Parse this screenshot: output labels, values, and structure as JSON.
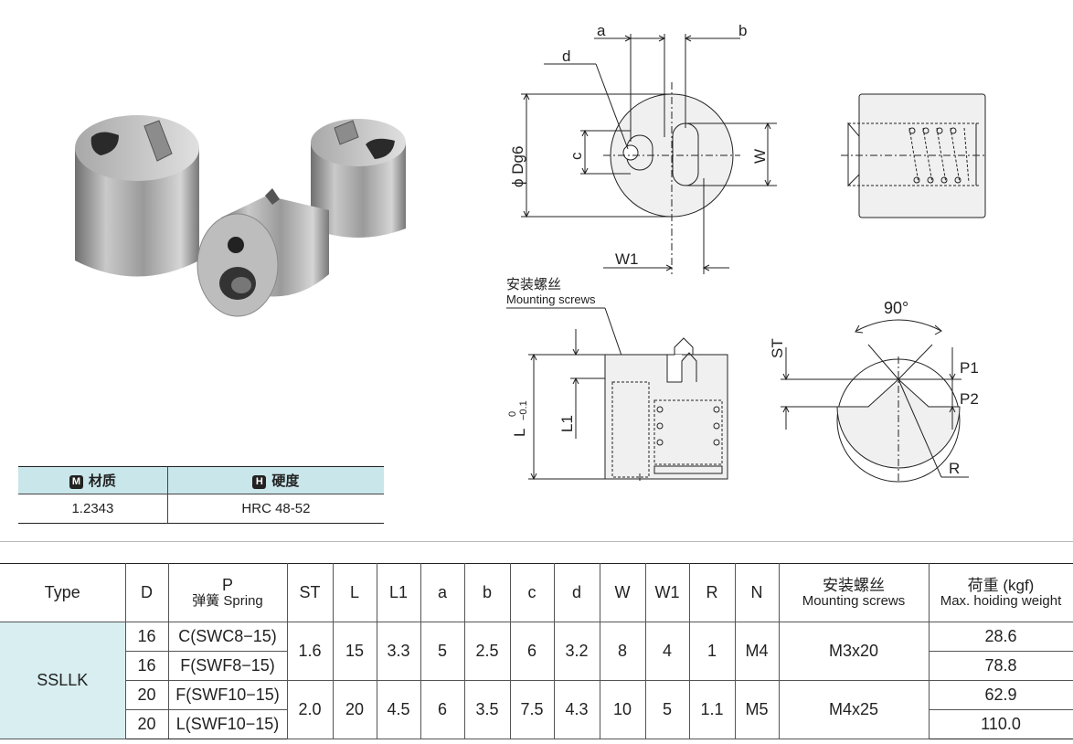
{
  "drawing_labels": {
    "a": "a",
    "b": "b",
    "d": "d",
    "c": "c",
    "w": "W",
    "w1": "W1",
    "dg6": "ϕ Dg6",
    "mount_cn": "安装螺丝",
    "mount_en": "Mounting screws",
    "l": "L",
    "l_tol_top": "0",
    "l_tol_bot": "−0.1",
    "l1": "L1",
    "st": "ST",
    "angle": "90°",
    "p1": "P1",
    "p2": "P2",
    "r": "R"
  },
  "material_table": {
    "material_badge": "M",
    "material_header": "材质",
    "hardness_badge": "H",
    "hardness_header": "硬度",
    "material_value": "1.2343",
    "hardness_value": "HRC 48-52"
  },
  "spec_table": {
    "headers": {
      "type": "Type",
      "d_col": "D",
      "p": "P",
      "p_cn": "弹簧",
      "p_en": "Spring",
      "st": "ST",
      "l": "L",
      "l1": "L1",
      "a": "a",
      "b": "b",
      "c": "c",
      "d": "d",
      "w": "W",
      "w1": "W1",
      "r": "R",
      "n": "N",
      "mount_cn": "安装螺丝",
      "mount_en": "Mounting screws",
      "load_cn": "荷重 (kgf)",
      "load_en": "Max. hoiding weight"
    },
    "type": "SSLLK",
    "rows": [
      {
        "D": "16",
        "P": "C(SWC8−15)",
        "load": "28.6"
      },
      {
        "D": "16",
        "P": "F(SWF8−15)",
        "load": "78.8"
      },
      {
        "D": "20",
        "P": "F(SWF10−15)",
        "load": "62.9"
      },
      {
        "D": "20",
        "P": "L(SWF10−15)",
        "load": "110.0"
      }
    ],
    "groups": [
      {
        "ST": "1.6",
        "L": "15",
        "L1": "3.3",
        "a": "5",
        "b": "2.5",
        "c": "6",
        "d": "3.2",
        "W": "8",
        "W1": "4",
        "R": "1",
        "N": "M4",
        "mount": "M3x20"
      },
      {
        "ST": "2.0",
        "L": "20",
        "L1": "4.5",
        "a": "6",
        "b": "3.5",
        "c": "7.5",
        "d": "4.3",
        "W": "10",
        "W1": "5",
        "R": "1.1",
        "N": "M5",
        "mount": "M4x25"
      }
    ]
  }
}
